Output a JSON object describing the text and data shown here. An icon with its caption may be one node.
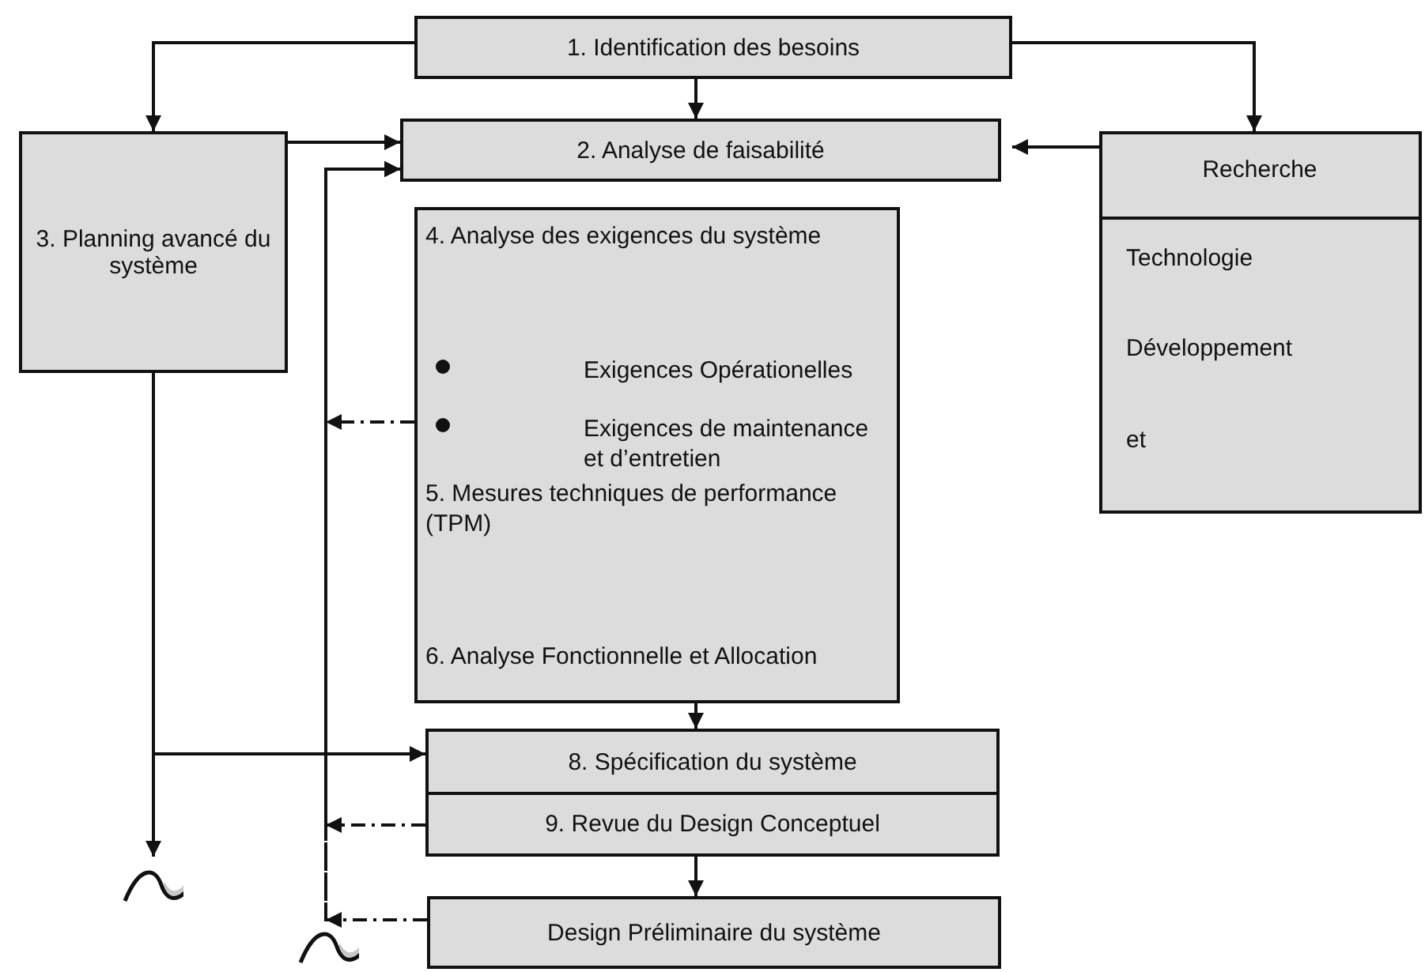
{
  "diagram": {
    "nodes": [
      {
        "text": [
          "1. Identification des besoins"
        ]
      },
      {
        "text": [
          "2. Analyse de faisabilité"
        ]
      },
      {
        "text": [
          "3. Planning avancé du système"
        ]
      },
      {
        "text": [
          "Recherche",
          "Technologie",
          "Développement",
          "et"
        ]
      },
      {
        "text": [
          "4. Analyse des exigences du système",
          "Exigences Opérationelles",
          "Exigences de maintenance et d’entretien",
          "5. Mesures techniques de performance (TPM)",
          "6. Analyse Fonctionnelle et Allocation"
        ]
      },
      {
        "text": [
          "8. Spécification du système"
        ]
      },
      {
        "text": [
          "9. Revue du Design Conceptuel"
        ]
      },
      {
        "text": [
          "Design Préliminaire du système"
        ]
      },
      {
        "text": [],
        "shape": "wave"
      },
      {
        "text": [],
        "shape": "wave"
      }
    ],
    "edges": [
      {
        "from": 0,
        "to": 2,
        "arrow": "to"
      },
      {
        "from": 0,
        "to": 1,
        "arrow": "to"
      },
      {
        "from": 0,
        "to": 3,
        "arrow": "to"
      },
      {
        "from": 2,
        "to": 1,
        "arrow": "to"
      },
      {
        "from": 3,
        "to": 1,
        "arrow": "to"
      },
      {
        "from": 4,
        "to": 5,
        "arrow": "to"
      },
      {
        "from": 2,
        "to": 8,
        "arrow": "to"
      },
      {
        "from": 2,
        "to": 5,
        "arrow": "to"
      },
      {
        "from": 4,
        "to": 1,
        "arrow": "to",
        "style": "dashed"
      },
      {
        "from": 6,
        "to": 1,
        "arrow": "to",
        "style": "dashed"
      },
      {
        "from": 7,
        "to": 1,
        "arrow": "to",
        "style": "dashed"
      },
      {
        "from": 9,
        "to": 1,
        "arrow": "to",
        "style": "dashed"
      },
      {
        "from": 6,
        "to": 7,
        "arrow": "to"
      }
    ]
  }
}
